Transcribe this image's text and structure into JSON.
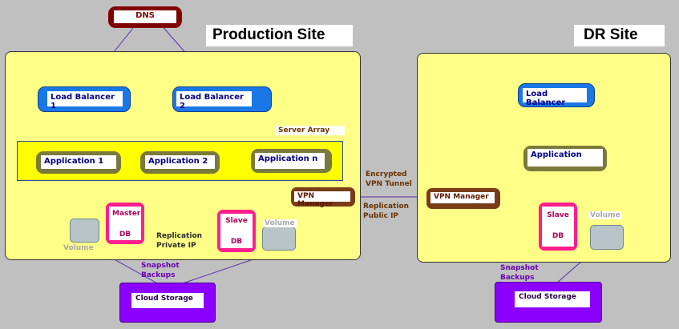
{
  "dns": "DNS",
  "production": {
    "title": "Production Site",
    "load_balancer_1": "Load Balancer 1",
    "load_balancer_2": "Load Balancer 2",
    "server_array": "Server Array",
    "application_1": "Application 1",
    "application_2": "Application 2",
    "application_n": "Application n",
    "master_db": [
      "Master",
      "DB"
    ],
    "slave_db": [
      "Slave",
      "DB"
    ],
    "volume_left": "Volume",
    "volume_right": "Volume",
    "replication_private": [
      "Replication",
      "Private IP"
    ],
    "vpn_manager": "VPN Manager",
    "snapshot": [
      "Snapshot",
      "Backups"
    ],
    "cloud_storage": "Cloud Storage"
  },
  "tunnel": {
    "encrypted": [
      "Encrypted",
      "VPN Tunnel"
    ],
    "replication_public": [
      "Replication",
      "Public IP"
    ]
  },
  "dr": {
    "title": "DR Site",
    "load_balancer": "Load Balancer",
    "application": "Application",
    "vpn_manager": "VPN Manager",
    "slave_db": [
      "Slave",
      "DB"
    ],
    "volume": "Volume",
    "snapshot": [
      "Snapshot",
      "Backups"
    ],
    "cloud_storage": "Cloud Storage"
  },
  "colors": {
    "background": "#c0c0c0",
    "site_panel": "#ffff88",
    "server_array": "#ffff00",
    "connector": "#5a2ab0",
    "load_balancer": "#1a78e6",
    "application": "#7a7a3c",
    "database": "#ff1f8c",
    "vpn": "#7a3c16",
    "cloud": "#8c00ff",
    "dns": "#800000"
  }
}
